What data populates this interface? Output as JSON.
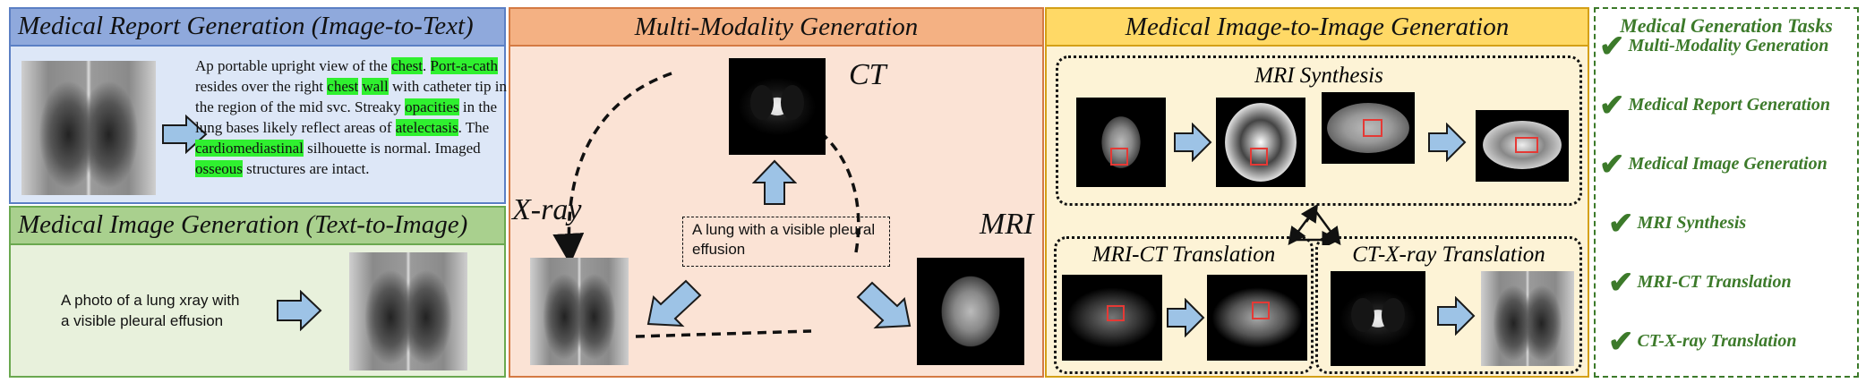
{
  "report_panel": {
    "title": "Medical Report Generation (Image-to-Text)",
    "report_segments": [
      {
        "t": "Ap portable upright view of the ",
        "h": false
      },
      {
        "t": "chest",
        "h": true
      },
      {
        "t": ". ",
        "h": false
      },
      {
        "t": "Port-a-cath",
        "h": true
      },
      {
        "t": " resides over the right ",
        "h": false
      },
      {
        "t": "chest",
        "h": true
      },
      {
        "t": " ",
        "h": false
      },
      {
        "t": "wall",
        "h": true
      },
      {
        "t": " with catheter tip in the region of the mid svc. Streaky ",
        "h": false
      },
      {
        "t": "opacities",
        "h": true
      },
      {
        "t": " in the lung bases likely reflect areas of ",
        "h": false
      },
      {
        "t": "atelectasis",
        "h": true
      },
      {
        "t": ". The ",
        "h": false
      },
      {
        "t": "cardiomediastinal",
        "h": true
      },
      {
        "t": " silhouette is normal. Imaged ",
        "h": false
      },
      {
        "t": "osseous",
        "h": true
      },
      {
        "t": " structures are intact.",
        "h": false
      }
    ]
  },
  "t2i_panel": {
    "title": "Medical Image Generation (Text-to-Image)",
    "prompt": "A photo of a lung xray with a visible pleural effusion"
  },
  "multimodal_panel": {
    "title": "Multi-Modality Generation",
    "label_ct": "CT",
    "label_xray": "X-ray",
    "label_mri": "MRI",
    "prompt": "A lung with a visible pleural effusion"
  },
  "i2i_panel": {
    "title": "Medical Image-to-Image Generation",
    "mri_synthesis": "MRI Synthesis",
    "mri_ct": "MRI-CT Translation",
    "ct_xray": "CT-X-ray Translation"
  },
  "tasks_panel": {
    "title": "Medical Generation Tasks",
    "check_glyph": "✔",
    "items": [
      "Multi-Modality Generation",
      "Medical Report Generation",
      "Medical Image Generation",
      "MRI Synthesis",
      "MRI-CT Translation",
      "CT-X-ray Translation"
    ]
  },
  "colors": {
    "report_bg": "#dde7f7",
    "report_title_bg": "#8fa9dc",
    "t2i_bg": "#e8f1dc",
    "t2i_title_bg": "#a9d08e",
    "mm_bg": "#fbe3d5",
    "mm_title_bg": "#f4b183",
    "i2i_bg": "#fdf3d6",
    "i2i_title_bg": "#ffd966",
    "arrow_fill": "#9dc3e6",
    "task_green": "#3c7a2a",
    "highlight": "#2ff02f"
  }
}
